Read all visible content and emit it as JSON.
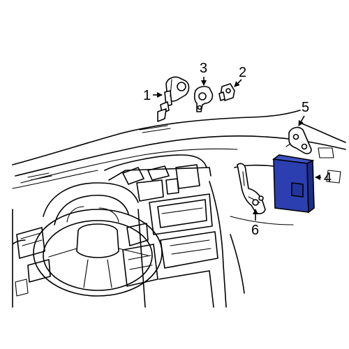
{
  "callouts": [
    {
      "id": "1",
      "label": "1"
    },
    {
      "id": "2",
      "label": "2"
    },
    {
      "id": "3",
      "label": "3"
    },
    {
      "id": "4",
      "label": "4"
    },
    {
      "id": "5",
      "label": "5"
    },
    {
      "id": "6",
      "label": "6"
    }
  ],
  "colors": {
    "highlight": "#2b3fb0",
    "highlight_dark": "#1a2a8a",
    "line": "#000000",
    "background": "#ffffff"
  }
}
